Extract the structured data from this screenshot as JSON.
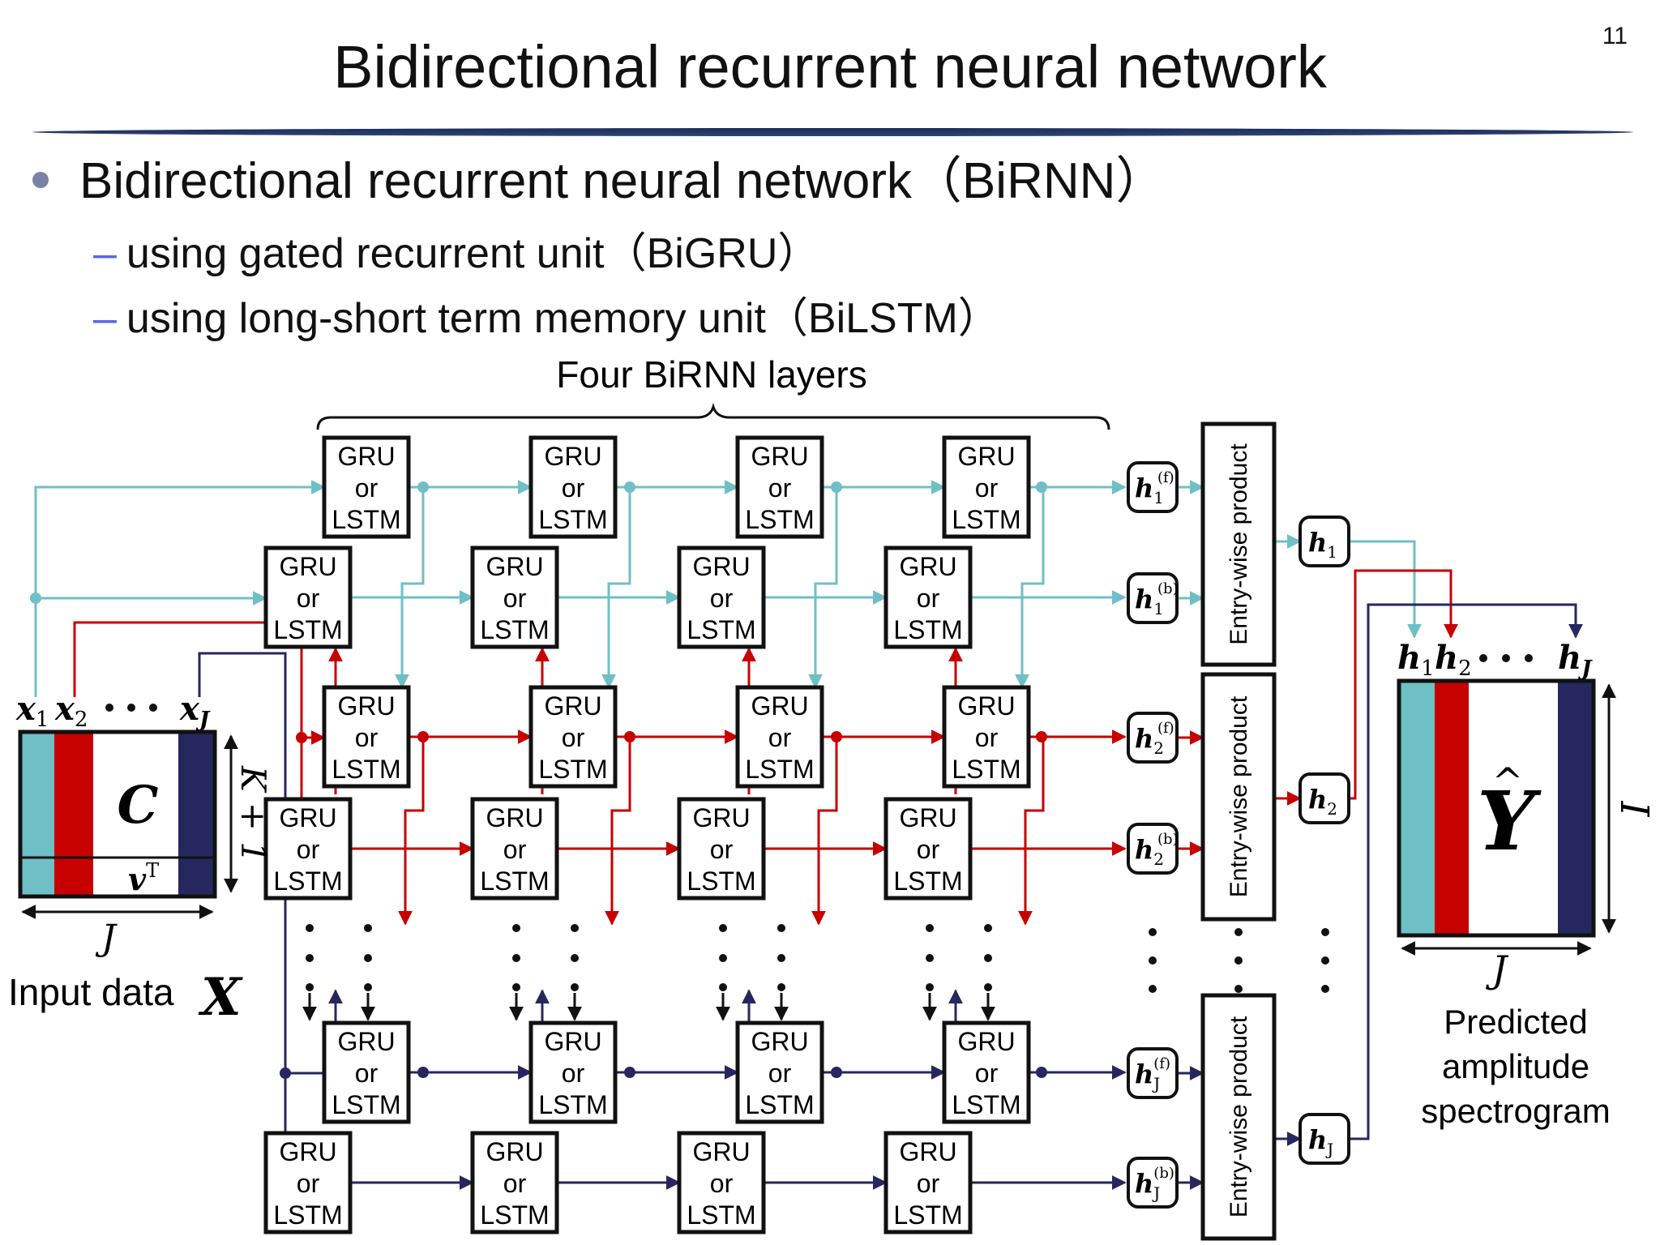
{
  "slide": {
    "title": "Bidirectional recurrent neural network",
    "page_number": "11",
    "bullet_main": "Bidirectional recurrent neural network（BiRNN）",
    "sub_bullets": [
      {
        "dash": "–",
        "text": "using gated recurrent unit（BiGRU）"
      },
      {
        "dash": "–",
        "text": "using long-short term memory unit（BiLSTM）"
      }
    ]
  },
  "diagram": {
    "brace_label": "Four BiRNN layers",
    "cell_label": [
      "GRU",
      "or",
      "LSTM"
    ],
    "entrywise_label": "Entry-wise product",
    "input": {
      "matrix_symbol": "C",
      "row_vector": "v",
      "row_vector_sup": "T",
      "columns": [
        "x",
        "x",
        "x"
      ],
      "column_subs": [
        "1",
        "2",
        "J"
      ],
      "height_label": "K + 1",
      "width_label": "J",
      "caption": "Input data",
      "caption_symbol": "X"
    },
    "hidden": [
      {
        "sym": "h",
        "sub": "1",
        "sup": "(f)"
      },
      {
        "sym": "h",
        "sub": "1",
        "sup": "(b)"
      },
      {
        "sym": "h",
        "sub": "2",
        "sup": "(f)"
      },
      {
        "sym": "h",
        "sub": "2",
        "sup": "(b)"
      },
      {
        "sym": "h",
        "sub": "J",
        "sup": "(f)"
      },
      {
        "sym": "h",
        "sub": "J",
        "sup": "(b)"
      }
    ],
    "combined": [
      {
        "sym": "h",
        "sub": "1"
      },
      {
        "sym": "h",
        "sub": "2"
      },
      {
        "sym": "h",
        "sub": "J"
      }
    ],
    "output": {
      "matrix_symbol": "Y",
      "hat": "^",
      "height_label": "I",
      "width_label": "J",
      "caption_lines": [
        "Predicted",
        "amplitude",
        "spectrogram"
      ]
    },
    "colors": {
      "teal": "#6fbfc6",
      "red": "#c70000",
      "navy": "#26275f",
      "box": "#111111"
    }
  }
}
